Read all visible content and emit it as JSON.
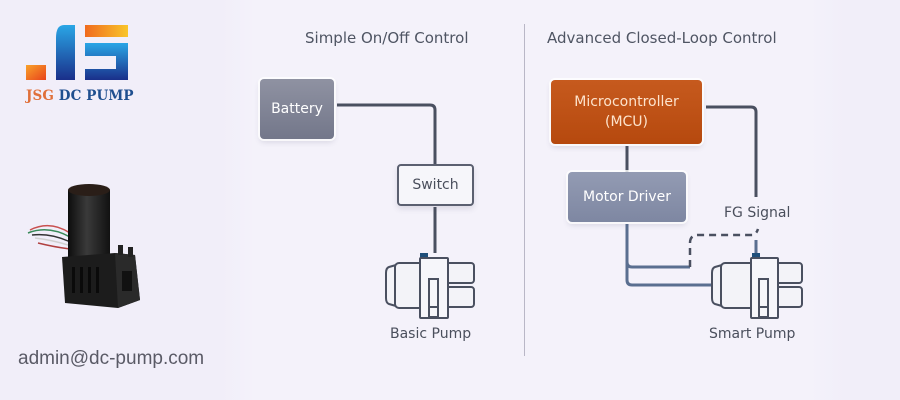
{
  "brand": {
    "logo_icon": "js-logo-icon",
    "name_part1": "JSG",
    "name_part2": "DC PUMP",
    "colors": {
      "orange": "#e0703a",
      "blue": "#1f4f8f"
    }
  },
  "product_image": {
    "icon": "dc-pump-photo",
    "alt": "DC pump product"
  },
  "contact": {
    "email": "admin@dc-pump.com"
  },
  "diagram": {
    "simple": {
      "title": "Simple On/Off Control",
      "nodes": {
        "battery": "Battery",
        "switch": "Switch",
        "pump": "Basic Pump"
      }
    },
    "advanced": {
      "title": "Advanced Closed-Loop Control",
      "nodes": {
        "mcu_line1": "Microcontroller",
        "mcu_line2": "(MCU)",
        "driver": "Motor Driver",
        "feedback": "FG Signal",
        "pump": "Smart Pump"
      }
    },
    "colors": {
      "mcu": "#c0521a",
      "node_gray": "#80849a",
      "wire": "#4a5060",
      "wire_blue": "#5a6f90",
      "connector": "#1f4f7a"
    }
  }
}
